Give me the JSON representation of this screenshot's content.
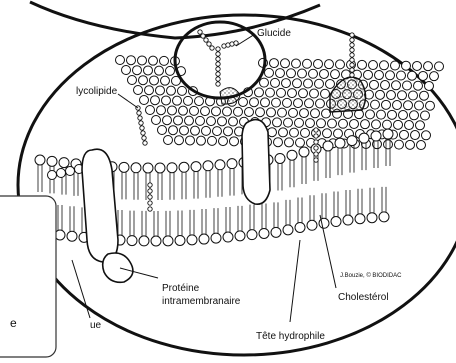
{
  "labels": {
    "glucide": "Glucide",
    "glycolipide": "lycolipide",
    "proteine_line1": "Protéine",
    "proteine_line2": "intramembranaire",
    "cholesterol": "Cholestérol",
    "tete": "Tête hydrophile",
    "credit": "J.Bouzie, © BIODIDAC",
    "fragment_e": "e",
    "fragment_ue": "ue"
  },
  "colors": {
    "ink": "#111111",
    "background": "#ffffff",
    "protein_fill": "#ffffff",
    "stipple": "#555555"
  }
}
